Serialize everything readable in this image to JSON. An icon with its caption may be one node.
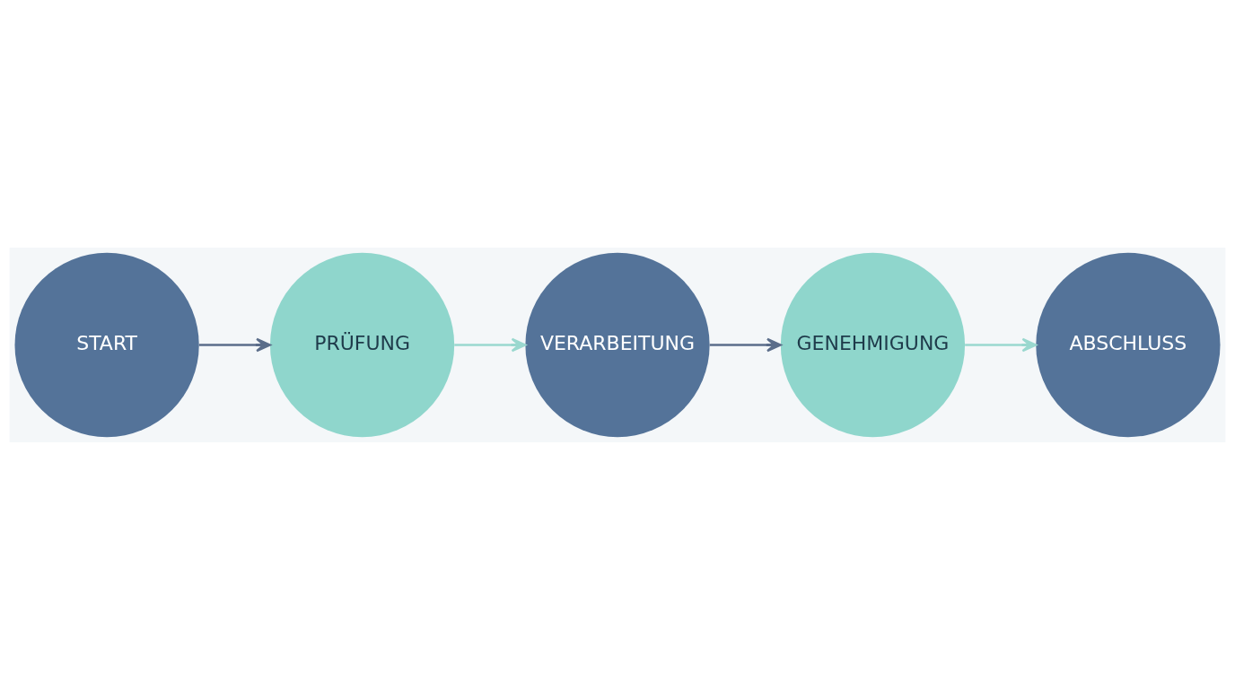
{
  "diagram": {
    "nodes": [
      {
        "text": [
          "START"
        ]
      },
      {
        "text": [
          "PRÜFUNG"
        ]
      },
      {
        "text": [
          "VERARBEITUNG"
        ]
      },
      {
        "text": [
          "GENEHMIGUNG"
        ]
      },
      {
        "text": [
          "ABSCHLUSS"
        ]
      }
    ],
    "edges": [
      {
        "from": 0,
        "to": 1,
        "arrow": "to",
        "color": "#5b6d8a"
      },
      {
        "from": 1,
        "to": 2,
        "arrow": "to",
        "color": "#9ad8cf"
      },
      {
        "from": 2,
        "to": 3,
        "arrow": "to",
        "color": "#5b6d8a"
      },
      {
        "from": 3,
        "to": 4,
        "arrow": "to",
        "color": "#9ad8cf"
      }
    ]
  }
}
